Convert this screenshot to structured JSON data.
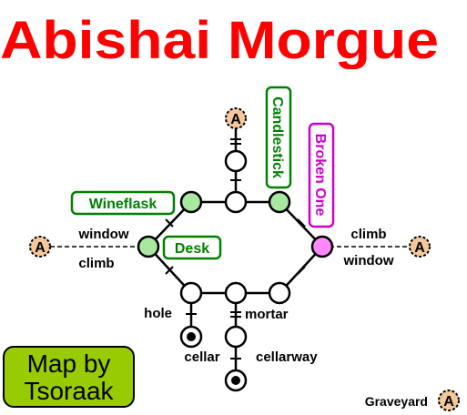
{
  "title": "Abishai Morgue",
  "credit": {
    "line1": "Map by",
    "line2": "Tsoraak"
  },
  "legend": {
    "text": "Graveyard",
    "marker": "A"
  },
  "exits": [
    {
      "id": "north",
      "marker": "A"
    },
    {
      "id": "west",
      "marker": "A",
      "label_top": "window",
      "label_bottom": "climb"
    },
    {
      "id": "east",
      "marker": "A",
      "label_top": "climb",
      "label_bottom": "window"
    }
  ],
  "rooms": {
    "wineflask": "Wineflask",
    "desk": "Desk",
    "candlestick": "Candlestick",
    "broken_one": "Broken One"
  },
  "path_labels": {
    "hole": "hole",
    "cellar": "cellar",
    "mortar": "mortar",
    "cellarway": "cellarway"
  },
  "colors": {
    "title": "#ff0000",
    "room_green_fill": "#a8e8a0",
    "room_green_text": "#008000",
    "room_magenta_fill": "#ff88ff",
    "room_magenta_text": "#cc00cc",
    "exit_marker_fill": "#f5c89b",
    "credit_bg": "#99cc00"
  }
}
